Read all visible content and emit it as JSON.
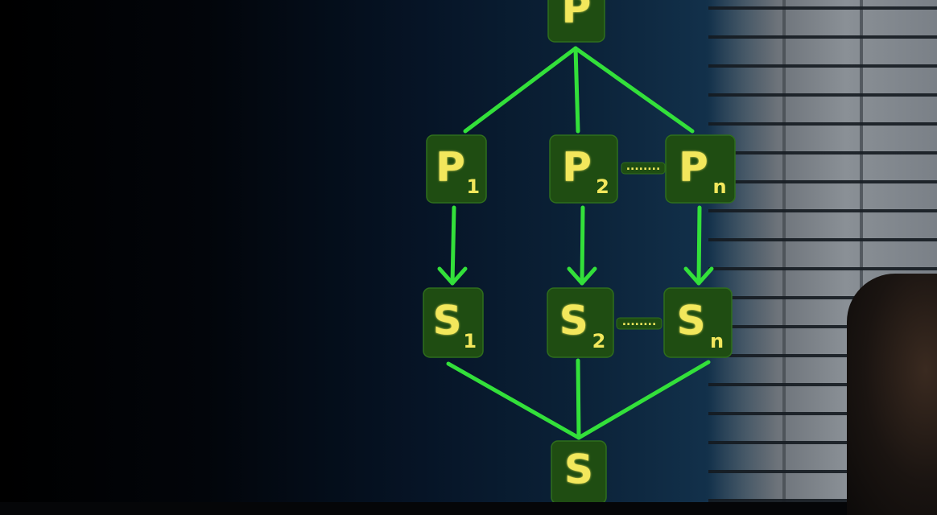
{
  "diagram": {
    "nodes": [
      {
        "id": "P",
        "letter": "P",
        "sub": ""
      },
      {
        "id": "P1",
        "letter": "P",
        "sub": "1"
      },
      {
        "id": "P2",
        "letter": "P",
        "sub": "2"
      },
      {
        "id": "Pn",
        "letter": "P",
        "sub": "n"
      },
      {
        "id": "S1",
        "letter": "S",
        "sub": "1"
      },
      {
        "id": "S2",
        "letter": "S",
        "sub": "2"
      },
      {
        "id": "Sn",
        "letter": "S",
        "sub": "n"
      },
      {
        "id": "S",
        "letter": "S",
        "sub": ""
      }
    ],
    "edges": [
      {
        "from": "P",
        "to": "P1",
        "arrow": false
      },
      {
        "from": "P",
        "to": "P2",
        "arrow": false
      },
      {
        "from": "P",
        "to": "Pn",
        "arrow": false
      },
      {
        "from": "P1",
        "to": "S1",
        "arrow": true
      },
      {
        "from": "P2",
        "to": "S2",
        "arrow": true
      },
      {
        "from": "Pn",
        "to": "Sn",
        "arrow": true
      },
      {
        "from": "S1",
        "to": "S",
        "arrow": false
      },
      {
        "from": "S2",
        "to": "S",
        "arrow": false
      },
      {
        "from": "Sn",
        "to": "S",
        "arrow": false
      }
    ],
    "ellipses": [
      {
        "between": [
          "P2",
          "Pn"
        ],
        "text": "........"
      },
      {
        "between": [
          "S2",
          "Sn"
        ],
        "text": "........"
      }
    ],
    "colors": {
      "node_fill": "#1f4d12",
      "node_border": "#2f6e1c",
      "text": "#f2e75c",
      "edge": "#33e03a"
    }
  }
}
